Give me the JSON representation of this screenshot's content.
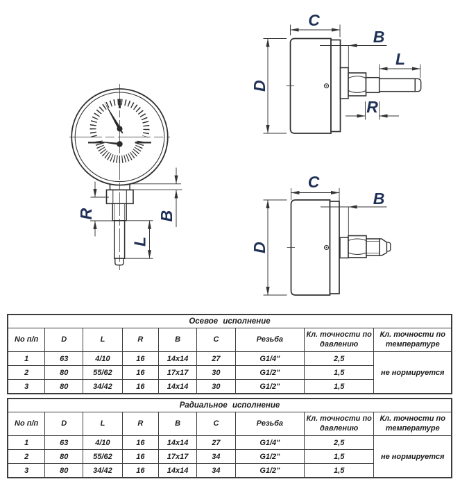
{
  "colors": {
    "dim_label": "#1e3055",
    "line": "#303030",
    "table_border": "#3c3c3c"
  },
  "drawings": {
    "front": {
      "labels": {
        "r": "R",
        "b": "B",
        "l": "L"
      }
    },
    "axial": {
      "labels": {
        "c": "C",
        "b": "B",
        "l": "L",
        "d": "D",
        "r": "R"
      }
    },
    "radial": {
      "labels": {
        "c": "C",
        "b": "B",
        "d": "D"
      }
    }
  },
  "tables": [
    {
      "title": "Осевое исполнение",
      "headers": [
        "No п/п",
        "D",
        "L",
        "R",
        "B",
        "C",
        "Резьба",
        "Кл. точности по давлению",
        "Кл. точности по температуре"
      ],
      "rows": [
        [
          "1",
          "63",
          "4/10",
          "16",
          "14x14",
          "27",
          "G1/4\"",
          "2,5"
        ],
        [
          "2",
          "80",
          "55/62",
          "16",
          "17x17",
          "30",
          "G1/2\"",
          "1,5"
        ],
        [
          "3",
          "80",
          "34/42",
          "16",
          "14x14",
          "30",
          "G1/2\"",
          "1,5"
        ]
      ],
      "temperature_note": "не нормируется"
    },
    {
      "title": "Радиальное исполнение",
      "headers": [
        "No п/п",
        "D",
        "L",
        "R",
        "B",
        "C",
        "Резьба",
        "Кл. точности по давлению",
        "Кл. точности по температуре"
      ],
      "rows": [
        [
          "1",
          "63",
          "4/10",
          "16",
          "14x14",
          "27",
          "G1/4\"",
          "2,5"
        ],
        [
          "2",
          "80",
          "55/62",
          "16",
          "17x17",
          "34",
          "G1/2\"",
          "1,5"
        ],
        [
          "3",
          "80",
          "34/42",
          "16",
          "14x14",
          "34",
          "G1/2\"",
          "1,5"
        ]
      ],
      "temperature_note": "не нормируется"
    }
  ]
}
